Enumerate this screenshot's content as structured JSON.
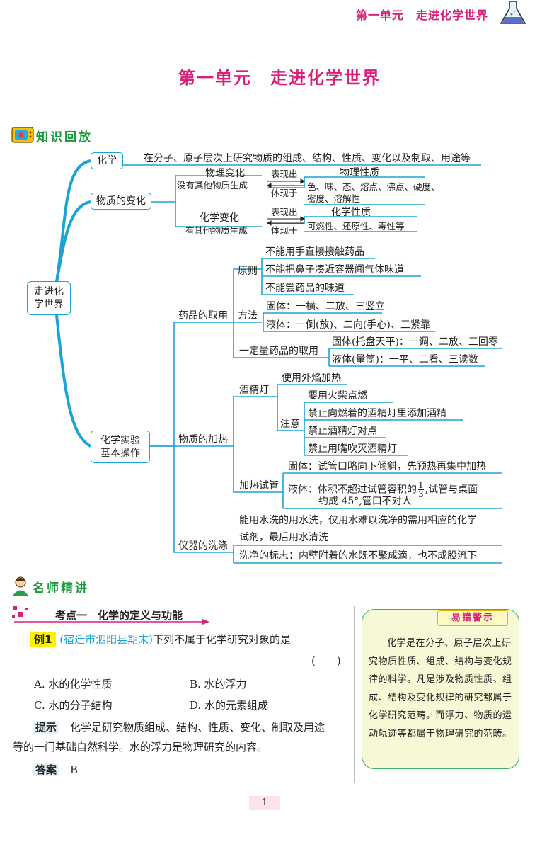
{
  "header": {
    "unit": "第一单元",
    "title": "走进化学世界"
  },
  "page_title": {
    "unit": "第一单元",
    "title": "走进化学世界"
  },
  "sections": {
    "review": "知识回放",
    "lecture": "名师精讲"
  },
  "mindmap": {
    "root": "走进化学世界",
    "root_lines": [
      "走进化",
      "学世界"
    ],
    "chemistry": {
      "label": "化学",
      "desc": "在分子、原子层次上研究物质的组成、结构、性质、变化以及制取、用途等"
    },
    "change": {
      "label": "物质的变化",
      "physical": {
        "name": "物理变化",
        "note": "没有其他物质生成",
        "shows": "表现出",
        "reflect": "体现于",
        "prop": "物理性质",
        "items1": "色、味、态、熔点、沸点、硬度、",
        "items2": "密度、溶解性"
      },
      "chemical": {
        "name": "化学变化",
        "note": "有其他物质生成",
        "shows": "表现出",
        "reflect": "体现于",
        "prop": "化学性质",
        "items": "可燃性、还原性、毒性等"
      }
    },
    "experiment": {
      "label_lines": [
        "化学实验",
        "基本操作"
      ],
      "taking": {
        "label": "药品的取用",
        "principle": "原则",
        "principles": [
          "不能用手直接接触药品",
          "不能把鼻子凑近容器闻气体味道",
          "不能尝药品的味道"
        ],
        "method": "方法",
        "methods": [
          "固体：一横、二放、三竖立",
          "液体：一倒(放)、二向(手心)、三紧靠"
        ],
        "quantity": "一定量药品的取用",
        "quantities": [
          "固体(托盘天平)：一调、二放、三回零",
          "液体(量筒)：一平、二看、三读数"
        ]
      },
      "heating": {
        "label": "物质的加热",
        "lamp": "酒精灯",
        "lamp_use": "使用外焰加热",
        "notice": "注意",
        "notices": [
          "要用火柴点燃",
          "禁止向燃着的酒精灯里添加酒精",
          "禁止酒精灯对点",
          "禁止用嘴吹灭酒精灯"
        ],
        "tube": "加热试管",
        "tube_solid": "固体：试管口略向下倾斜，先预热再集中加热",
        "tube_liquid_a": "液体：体积不超过试管容积的",
        "frac_num": "1",
        "frac_den": "3",
        "tube_liquid_b": ",试管与桌面",
        "tube_liquid_c": "约成 45°,管口不对人"
      },
      "washing": {
        "label": "仪器的洗涤",
        "method_line1": "能用水洗的用水洗，仅用水难以洗净的需用相应的化学",
        "method_line2": "试剂，最后用水清洗",
        "sign": "洗净的标志：内壁附着的水既不聚成滴，也不成股流下"
      }
    }
  },
  "topic": {
    "title": "考点一　化学的定义与功能"
  },
  "example": {
    "tag": "例1",
    "source": "(宿迁市泗阳县期末)",
    "question": "下列不属于化学研究对象的是",
    "bracket": "(　　)",
    "options": [
      "A. 水的化学性质",
      "B. 水的浮力",
      "C. 水的分子结构",
      "D. 水的元素组成"
    ],
    "hint_label": "提示",
    "hint_line1": "化学是研究物质组成、结构、性质、变化、制取及用途",
    "hint_line2": "等的一门基础自然科学。水的浮力是物理研究的内容。",
    "answer_label": "答案",
    "answer": "B"
  },
  "sidebar": {
    "title": "易错警示",
    "text": "化学是在分子、原子层次上研究物质性质、组成、结构与变化规律的科学。凡是涉及物质性质、组成、结构及变化规律的研究都属于化学研究范畴。而浮力、物质的运动轨迹等都属于物理研究的范畴。"
  },
  "page_number": "1",
  "colors": {
    "accent": "#d9207a",
    "line": "#1aa4d6",
    "green": "#1a9a3a",
    "highlight": "#fff200"
  }
}
